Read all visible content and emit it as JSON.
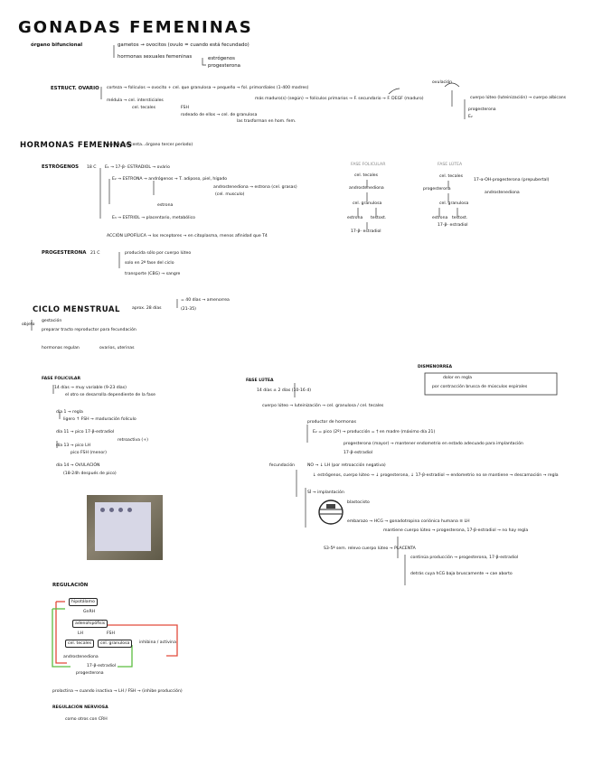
{
  "title": "GONADAS FEMENINAS",
  "organos": {
    "label": "órgano bifuncional",
    "line1": "gametos → ovocitos (ovulo = cuando está fecundado)",
    "line2": "hormonas sexuales femeninas",
    "h1": "estrógenos",
    "h2": "progesterona"
  },
  "ovario": {
    "label": "ESTRUCT. OVARIO",
    "corteza": "corteza → folículos → ovocito + cel. que granulosa → pequeño → fol. primordiales (1-400 madres)",
    "corteza2": "más maduro(s) (según) → folículos primarios → F. secundario → F. DEGF (maduro)",
    "ovulacion": "ovulación",
    "cuerpo": "cuerpo lúteo (luteinización) → cuerpo albicans",
    "prog": "progesterona",
    "e2": "E₂",
    "medula": "médula → cel. intersticiales",
    "tecales": "cel. tecales",
    "tecales2": "rodeado de ellos → cel. de granulosa",
    "tecales3": "las trasforman en hom. fem.",
    "fsh": "FSH"
  },
  "hormonas": {
    "label": "HORMONAS FEMENINAS",
    "note": "(ovario, placenta...órgano tercer período)",
    "estrogenos": "ESTRÓGENOS",
    "e_c": "18 C",
    "e1": "E₁ → 17-β- ESTRADIOL → ovário",
    "e2": "E₂ → ESTRONA → andrógenos → T. adiposo, piel, hígado",
    "e2b": "androstenediona → estrona (cel. grasas)",
    "e2c": "(cel. musculo)",
    "e2d": "estrona",
    "e3": "E₃ → ESTRIOL → placentario, metabólico",
    "acc": "ACCIÓN LIPOFÍLICA → los receptores → en citoplasma, menos afinidad que T4",
    "prog": "PROGESTERONA",
    "p_c": "21 C",
    "p1": "producida sólo por cuerpo lúteo",
    "p2": "solo en 2ª fase del ciclo",
    "p3": "transporte (CBG) → sangre"
  },
  "diagrams": {
    "folicular": "FASE FOLICULAR",
    "lutea": "FASE LÚTEA",
    "d1": "cel. tecales",
    "d2": "androstenediona",
    "d3": "cel. granulosa",
    "d4": "testost.",
    "d5": "estrona",
    "d6": "17-β- estradiol",
    "d7": "progesterona",
    "d8": "17-α-OH-progesterona (prepubertal)",
    "d9": "17-β- estradiol"
  },
  "ciclo": {
    "label": "CICLO MENSTRUAL",
    "sub": "aprox. 28 días",
    "range": "(21-35)",
    "note": "= 40 días → amenorrea",
    "obj": "objeto",
    "obj1": "gestación",
    "obj2": "preparar tracto reproductor para fecundación",
    "horm": "hormonas regulan",
    "horm2": "ovarios, uterinas"
  },
  "folicular": {
    "label": "FASE FOLICULAR",
    "l1": "14 días → muy variable (9-23 días)",
    "l2": "el otro se desarrolla dependiente de la fase",
    "d1": "día 1 → regla",
    "d1b": "ligero ↑ FSH → maduración folículo",
    "d11": "día 11 → pico 17-β-estradiol",
    "d13": "día 13 → pico LH",
    "d13b": "pico FSH (menor)",
    "d13c": "retroactiva (+)",
    "d14": "día 14 → OVULACIÓN",
    "d14b": "(18-24h después de pico)"
  },
  "lutea": {
    "label": "FASE LÚTEA",
    "l1": "14 días ± 2 días (10-16 d)",
    "cl": "cuerpo lúteo → luteinización → cel. granulosa / cel. tecales",
    "prod": "productor de hormonas",
    "prod2": "E₂ = pico (2º) → producción = † en madre (máximo día 21)",
    "prod3": "progesterona (mayor) → mantener endometrio en estado adecuado para implantación",
    "prod4": "17-β-estradiol",
    "fec": "fecundación",
    "no": "NO → ↓ LH (por retroacción negativa)",
    "no2": "↓ estrógenos, cuerpo lúteo → ↓ progesterona, ↓ 17-β-estradiol → endometrio no se mantiene → descamación → regla",
    "si": "SÍ → implantación",
    "blasto": "blastocisto",
    "emb": "embarazo → HCG → gonadotropina coriónica humana ≡ LH",
    "emb2": "mantiene cuerpo lúteo → progesterona, 17-β-estradiol → no hay regla",
    "sem": "S3-5ª sem. relevo cuerpo lúteo → PLACENTA",
    "sem2": "continúa producción → progesterona, 17-β-estradiol",
    "sem3": "detrás cuya hCG baja bruscamente → cae aborto",
    "dismen": "DISMENORREA",
    "dismen1": "dolor en regla",
    "dismen2": "por contracción brusca de músculos espirales"
  },
  "regulacion": {
    "label": "REGULACIÓN",
    "hip": "hipotálamo",
    "gnrh": "GnRH",
    "hipo": "adenohipófisis",
    "lh": "LH",
    "fsh": "FSH",
    "tec": "cel. tecales",
    "gran": "cel. granulosa",
    "inh": "inhibina / activina",
    "andr": "androstenediona",
    "estr": "17-β-estradiol",
    "prog": "progesterona",
    "prol": "prolactina → cuando inactiva → LH / FSH → (inhibe producción)",
    "ner": "REGULACIÓN NERVIOSA",
    "ner2": "como otros con CRH"
  }
}
